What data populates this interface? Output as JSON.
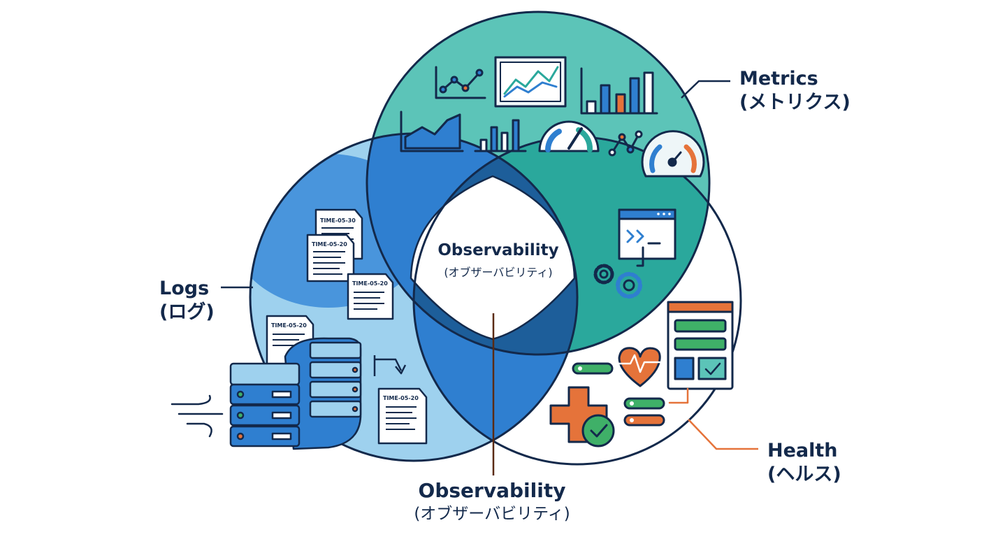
{
  "labels": {
    "metrics_title": "Metrics",
    "metrics_sub": "(メトリクス)",
    "logs_title": "Logs",
    "logs_sub": "(ログ)",
    "health_title": "Health",
    "health_sub": "(ヘルス)",
    "center_title": "Observability",
    "center_sub": "(オブザーバビリティ)",
    "bottom_title": "Observability",
    "bottom_sub": "(オブザーバビリティ)"
  },
  "log_stamps": [
    "TIME-05-30",
    "TIME-05-20",
    "TIME-05-20",
    "TIME-05-20",
    "TIME-05-20"
  ],
  "icons": [
    "line-chart-icon",
    "monitor-chart-icon",
    "bar-chart-icon",
    "area-chart-icon",
    "small-bar-chart-icon",
    "gauge-icon",
    "network-icon",
    "speedometer-icon",
    "terminal-window-icon",
    "gears-icon",
    "document-icon",
    "server-rack-icon",
    "wind-icon",
    "heart-pulse-icon",
    "medical-cross-icon",
    "check-badge-icon",
    "checklist-panel-icon"
  ],
  "colors": {
    "metrics_fill": "#5cc4b8",
    "logs_fill": "#9ed1ee",
    "logs_metrics_overlap": "#2f7fd0",
    "metrics_health_overlap": "#2aa89c",
    "logs_health_overlap": "#2f7fd0",
    "triple_center": "#1d5e9a",
    "outline": "#13294b",
    "accent_orange": "#e5733a",
    "accent_green": "#3fb068"
  }
}
